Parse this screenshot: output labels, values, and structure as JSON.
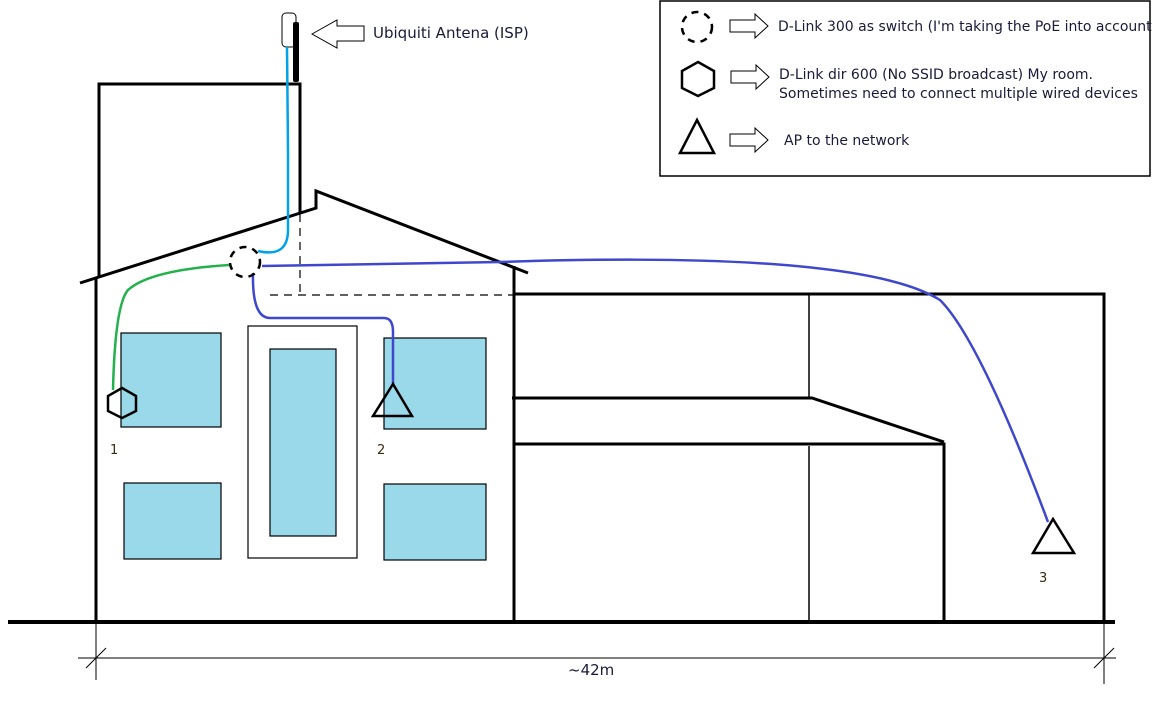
{
  "antenna_label": "Ubiquiti Antena (ISP)",
  "legend": {
    "switch": "D-Link 300 as switch (I'm taking the PoE into account)",
    "router_line1": "D-Link dir 600 (No SSID broadcast) My room.",
    "router_line2": "Sometimes need to connect multiple wired devices",
    "ap": "AP to the network"
  },
  "device_labels": [
    "1",
    "2",
    "3"
  ],
  "dimension": "~42m",
  "colors": {
    "window": "#99d9ea",
    "cable_isp": "#00a2e8",
    "cable_green": "#22b14c",
    "cable_blue": "#3f48cc"
  }
}
